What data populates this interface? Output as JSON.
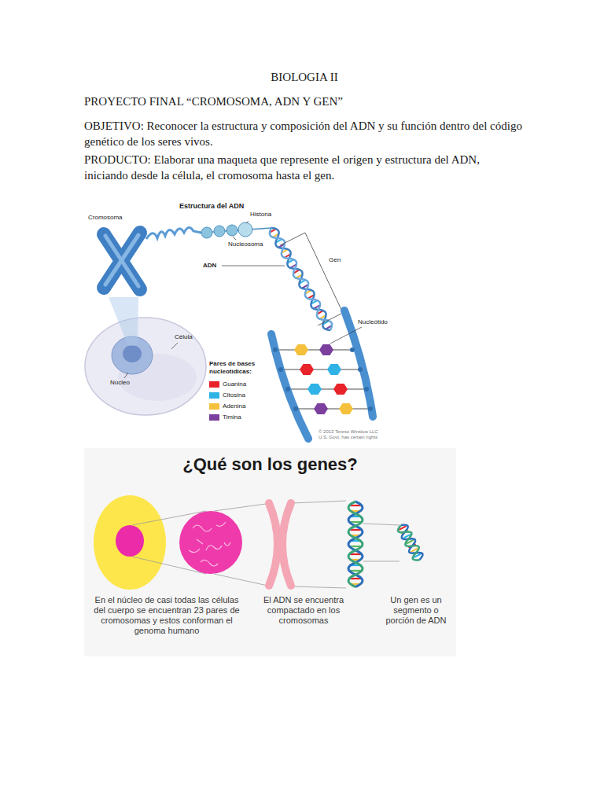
{
  "diagram": {
    "title": "BIOLOGIA II",
    "labels": [
      "PROYECTO FINAL “CROMOSOMA, ADN Y GEN”",
      "OBJETIVO: Reconocer la estructura y composición del ADN y su función dentro del código genético de los seres vivos.",
      "PRODUCTO: Elaborar una maqueta que represente el origen y estructura del ADN, iniciando desde la célula, el cromosoma hasta el gen.",
      "Estructura del ADN",
      "Histona",
      "Cromosoma",
      "Nucleosoma",
      "ADN",
      "Gen",
      "Célula",
      "Nucleótido",
      "Núcleo",
      "Pares de bases nucleotídicas:",
      "© 2013 Terese Winslow LLC U.S. Govt. has certain rights",
      "¿Qué son los genes?",
      "En el núcleo de casi todas las células del cuerpo se encuentran 23 pares de cromosomas y estos conforman el genoma humano",
      "El ADN se encuentra compactado en los cromosomas",
      "Un gen es un segmento o porción de ADN"
    ],
    "legend": [
      {
        "text": "Guanina",
        "color": "#e8232a"
      },
      {
        "text": "Citosina",
        "color": "#2fb3e6"
      },
      {
        "text": "Adenina",
        "color": "#f5c03b"
      },
      {
        "text": "Timina",
        "color": "#7b3f9e"
      }
    ]
  }
}
